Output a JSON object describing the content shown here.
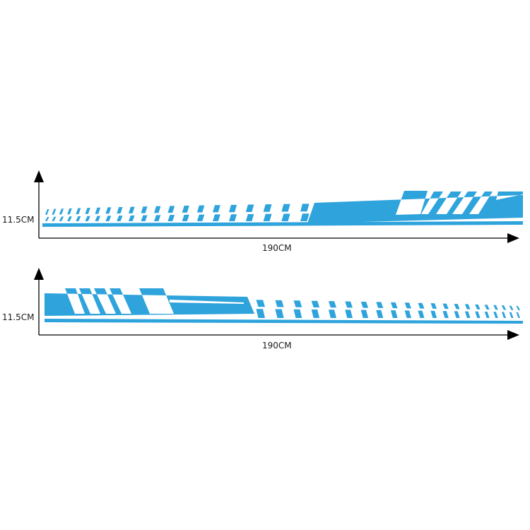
{
  "colors": {
    "decal": "#2ea3dc",
    "axis": "#000000",
    "background": "#ffffff"
  },
  "panels": [
    {
      "height_label": "11.5CM",
      "width_label": "190CM"
    },
    {
      "height_label": "11.5CM",
      "width_label": "190CM"
    }
  ]
}
